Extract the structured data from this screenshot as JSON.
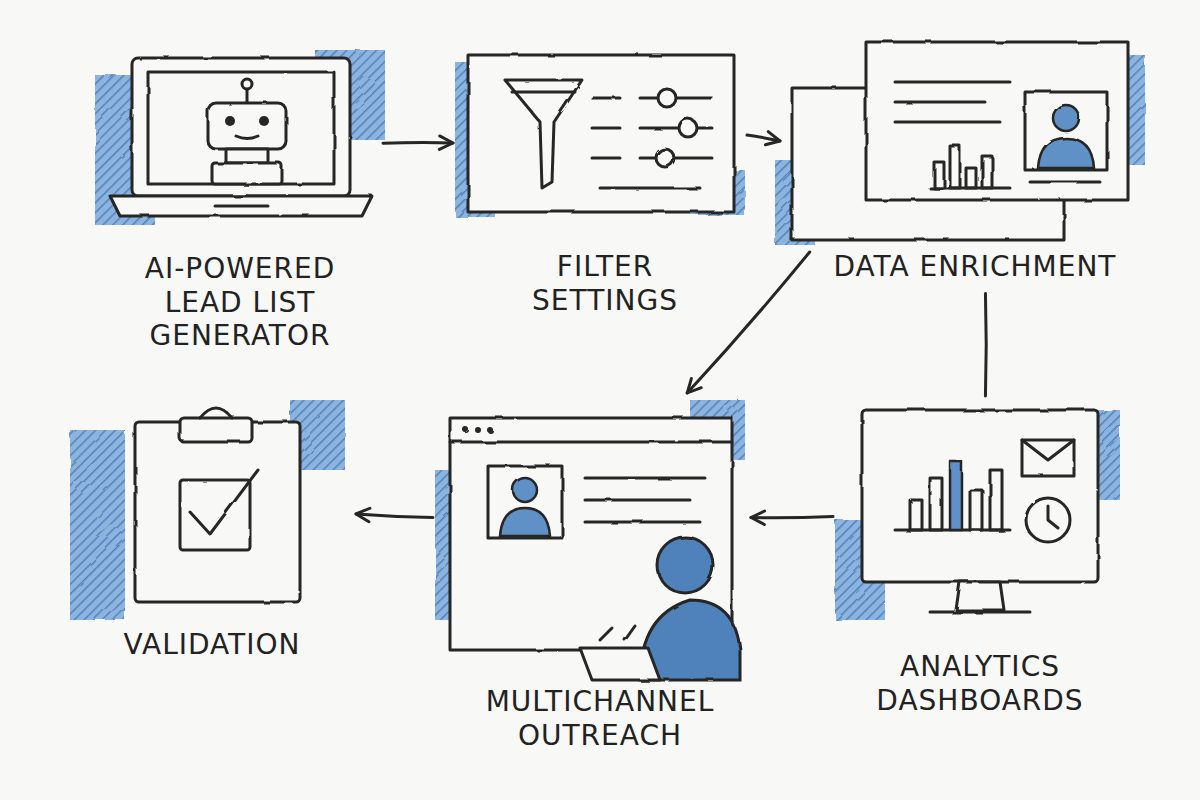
{
  "diagram": {
    "nodes": [
      {
        "text": [
          "AI-POWERED LEAD LIST GENERATOR"
        ]
      },
      {
        "text": [
          "FILTER SETTINGS"
        ]
      },
      {
        "text": [
          "DATA ENRICHMENT"
        ]
      },
      {
        "text": [
          "VALIDATION"
        ]
      },
      {
        "text": [
          "MULTICHANNEL OUTREACH"
        ]
      },
      {
        "text": [
          "ANALYTICS DASHBOARDS"
        ]
      }
    ],
    "edges": [
      {
        "from": 0,
        "to": 1,
        "arrow": "to"
      },
      {
        "from": 1,
        "to": 2,
        "arrow": "to"
      },
      {
        "from": 2,
        "to": 4,
        "arrow": "to"
      },
      {
        "from": 2,
        "to": 5,
        "arrow": "none"
      },
      {
        "from": 5,
        "to": 4,
        "arrow": "to"
      },
      {
        "from": 4,
        "to": 3,
        "arrow": "to"
      }
    ]
  }
}
